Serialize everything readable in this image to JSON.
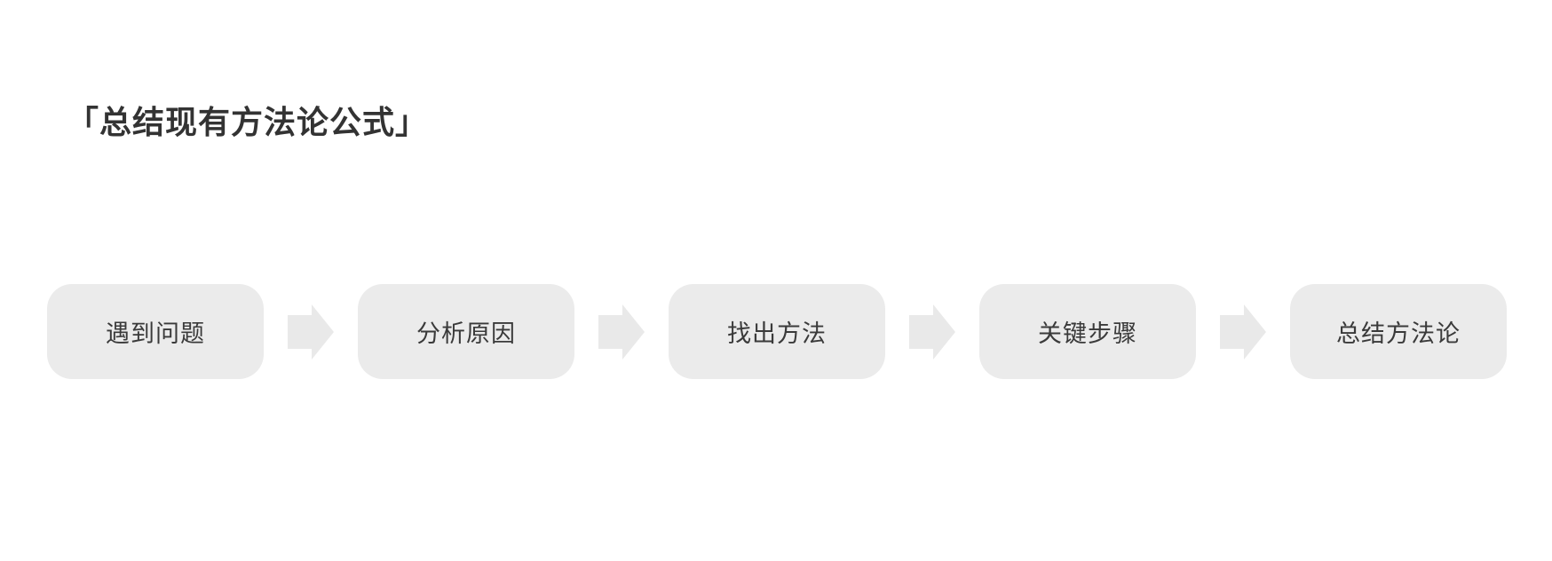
{
  "title": "「总结现有方法论公式」",
  "flow": {
    "steps": [
      {
        "label": "遇到问题"
      },
      {
        "label": "分析原因"
      },
      {
        "label": "找出方法"
      },
      {
        "label": "关键步骤"
      },
      {
        "label": "总结方法论"
      }
    ],
    "connector": "right-block-arrow"
  },
  "colors": {
    "background": "#FFFFFF",
    "box_fill": "#EBEBEB",
    "arrow_fill": "#E9E9E9",
    "title_text": "#333333",
    "step_text": "#3A3A3A"
  }
}
